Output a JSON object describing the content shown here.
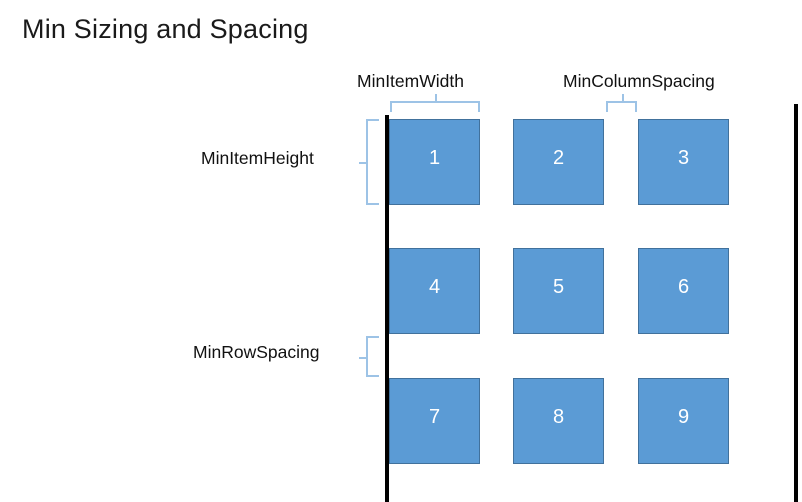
{
  "slide": {
    "title": "Min Sizing and Spacing",
    "background_color": "#FFFFFF"
  },
  "colors": {
    "item_fill": "#5B9BD5",
    "item_border": "#41719C",
    "bracket": "#9DC3E6",
    "rail": "#000000",
    "item_label": "#FFFFFF",
    "text": "#111111"
  },
  "annotations": [
    {
      "name": "min-item-width",
      "label": "MinItemWidth",
      "orientation": "horizontal"
    },
    {
      "name": "min-column-spacing",
      "label": "MinColumnSpacing",
      "orientation": "horizontal"
    },
    {
      "name": "min-item-height",
      "label": "MinItemHeight",
      "orientation": "vertical"
    },
    {
      "name": "min-row-spacing",
      "label": "MinRowSpacing",
      "orientation": "vertical"
    }
  ],
  "grid": {
    "rows": 3,
    "columns": 3,
    "items": [
      {
        "number": "1",
        "row": 1,
        "column": 1
      },
      {
        "number": "2",
        "row": 1,
        "column": 2
      },
      {
        "number": "3",
        "row": 1,
        "column": 3
      },
      {
        "number": "4",
        "row": 2,
        "column": 1
      },
      {
        "number": "5",
        "row": 2,
        "column": 2
      },
      {
        "number": "6",
        "row": 2,
        "column": 3
      },
      {
        "number": "7",
        "row": 3,
        "column": 1
      },
      {
        "number": "8",
        "row": 3,
        "column": 2
      },
      {
        "number": "9",
        "row": 3,
        "column": 3
      }
    ]
  },
  "rails": [
    {
      "name": "left-rail",
      "orientation": "vertical"
    },
    {
      "name": "right-rail",
      "orientation": "vertical"
    }
  ]
}
